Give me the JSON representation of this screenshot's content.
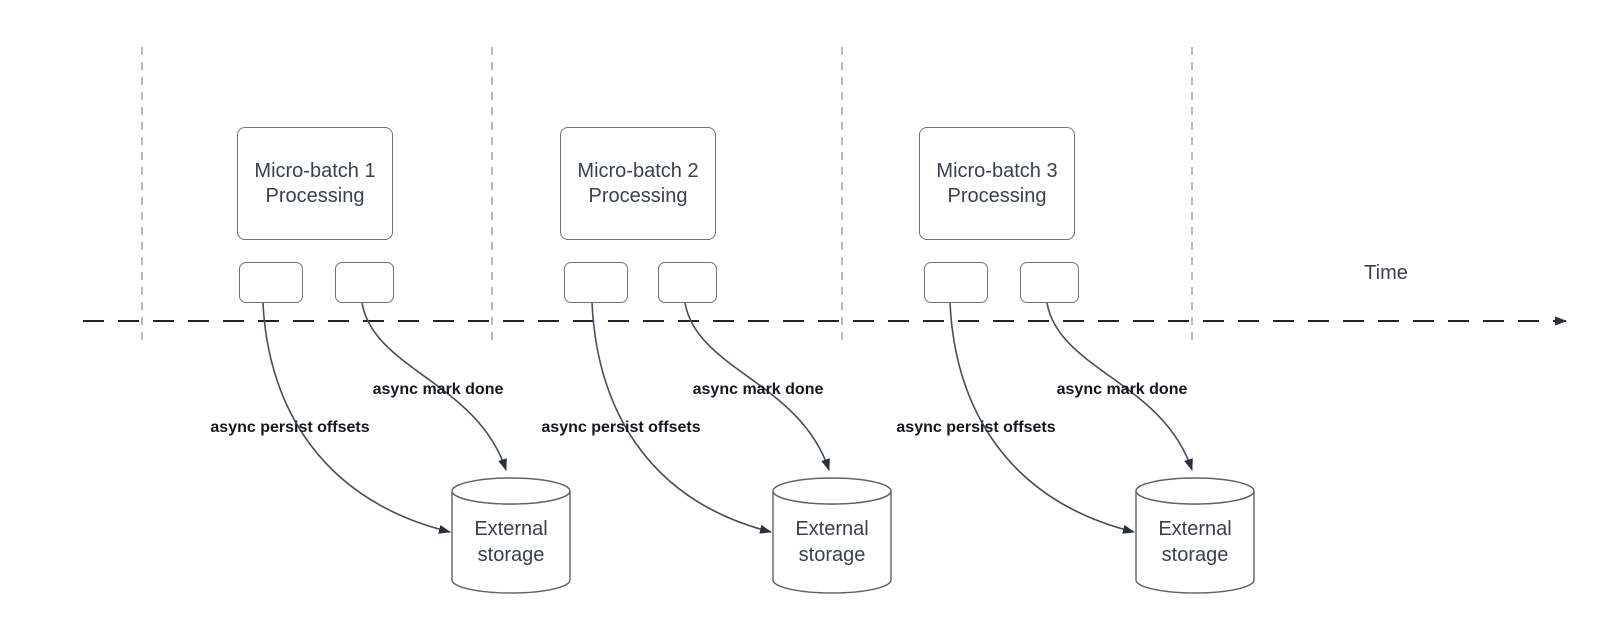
{
  "diagram": {
    "title_implied": "Micro-batch processing timeline with async writes to external storage",
    "time_label": "Time",
    "sections": [
      {
        "box_title": "Micro-batch 1",
        "box_subtitle": "Processing",
        "persist_label": "async persist offsets",
        "markdone_label": "async mark done",
        "storage_line1": "External",
        "storage_line2": "storage"
      },
      {
        "box_title": "Micro-batch 2",
        "box_subtitle": "Processing",
        "persist_label": "async persist offsets",
        "markdone_label": "async mark done",
        "storage_line1": "External",
        "storage_line2": "storage"
      },
      {
        "box_title": "Micro-batch 3",
        "box_subtitle": "Processing",
        "persist_label": "async persist offsets",
        "markdone_label": "async mark done",
        "storage_line1": "External",
        "storage_line2": "storage"
      }
    ],
    "colors": {
      "background": "#ffffff",
      "timeline_stroke": "#1f2329",
      "guide_stroke": "#a3a3a3",
      "node_border": "#6d727b",
      "curve_stroke": "#474e59",
      "arrowhead_fill": "#2a303a",
      "node_text": "#3b414c",
      "flow_label_text": "#14171c"
    }
  }
}
